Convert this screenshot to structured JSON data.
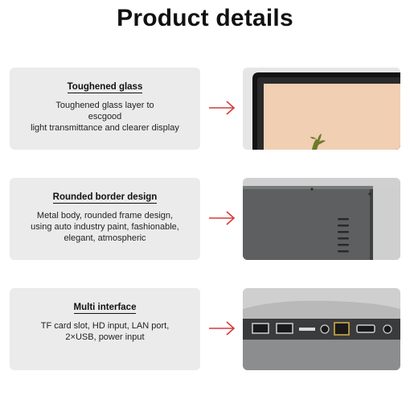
{
  "page": {
    "title": "Product details"
  },
  "features": [
    {
      "title": "Toughened glass",
      "desc": [
        "Toughened glass layer to",
        "escgood",
        "light transmittance and clearer display"
      ],
      "photo": "glass-corner-image"
    },
    {
      "title": "Rounded border design",
      "desc": [
        "Metal body, rounded frame design,",
        "using auto industry paint, fashionable,",
        "elegant, atmospheric"
      ],
      "photo": "metal-back-image"
    },
    {
      "title": "Multi interface",
      "desc": [
        "TF card slot, HD input, LAN port,",
        "2×USB, power input"
      ],
      "photo": "ports-image"
    }
  ],
  "colors": {
    "arrow": "#d63a3a",
    "card_bg": "#ebebeb",
    "screen": "#f0cfb3"
  },
  "icons": {
    "arrow": "right-arrow-icon"
  }
}
